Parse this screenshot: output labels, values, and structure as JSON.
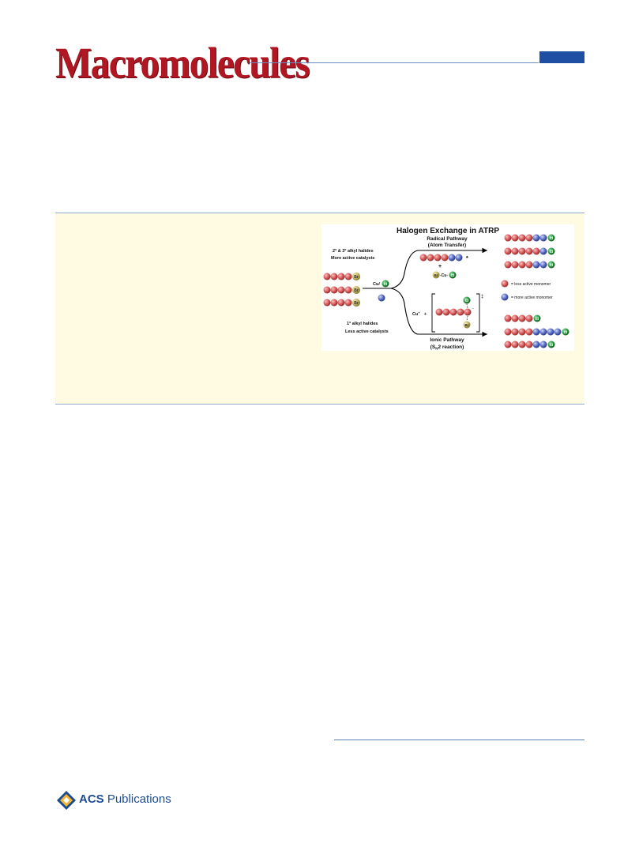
{
  "header": {
    "journal_name": "Macromolecules",
    "accent_color": "#b11723",
    "rule_color": "#6a8ec4",
    "tab_color": "#1f4fa3"
  },
  "toc_graphic": {
    "title": "Halogen Exchange in ATRP",
    "upper_condition": {
      "line1_prefix": "2",
      "line1_mid": " & 3",
      "line1_suffix": " alkyl halides",
      "line2": "More active catalysts",
      "degree_mark": "o"
    },
    "lower_condition": {
      "line1_prefix": "1",
      "line1_suffix": " alkyl halides",
      "line2": "Less active catalysts",
      "degree_mark": "o"
    },
    "radical_pathway": {
      "line1": "Radical Pathway",
      "line2": "(Atom Transfer)"
    },
    "ionic_pathway": {
      "line1": "Ionic Pathway",
      "line2_prefix": "(S",
      "line2_sub": "N",
      "line2_suffix": "2 reaction)"
    },
    "catalyst": {
      "label": "Cu/",
      "halide": "Cl"
    },
    "ionic_reagent": {
      "label": "Cu",
      "charge": "+",
      "plus": "+",
      "dagger": "‡",
      "minus": "-"
    },
    "radical_dot": "•",
    "plus": "+",
    "byproduct": {
      "left": "Br",
      "mid": "-Cu-",
      "right": "Cl"
    },
    "chain_end_bromide": "Br",
    "chain_end_chloride": "Cl",
    "legend": [
      {
        "label": "= less active monomer",
        "color": "#d85a5a"
      },
      {
        "label": "= more active monomer",
        "color": "#5a6fc8"
      }
    ]
  },
  "footer": {
    "publisher_bold": "ACS",
    "publisher_rest": " Publications"
  }
}
